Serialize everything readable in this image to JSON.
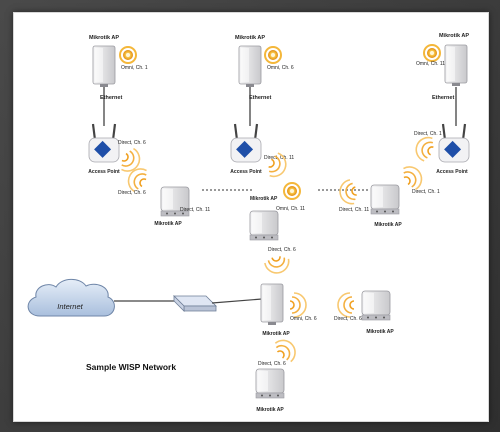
{
  "diagram": {
    "title": "Sample WISP Network",
    "colors": {
      "wave": "#f0a020",
      "tower_body": "#e9e9ea",
      "ap_square": "#1f4fa8",
      "cloud": "#c9d7ea",
      "switch": "#dfe6f3"
    },
    "tower_1": {
      "name": "Mikrotik AP",
      "omni_label": "Omni, Ch. 1",
      "link_label": "Ethernet",
      "ap_name": "Access Point",
      "direct_label": "Direct, Ch. 6"
    },
    "tower_2": {
      "name": "Mikrotik AP",
      "omni_label": "Omni, Ch. 6",
      "link_label": "Ethernet",
      "ap_name": "Access Point",
      "direct_label": "Direct, Ch. 11"
    },
    "tower_3": {
      "name": "Mikrotik AP",
      "omni_label": "Omni, Ch. 11",
      "link_label": "Ethernet",
      "ap_name": "Access Point",
      "direct_label": "Direct, Ch. 1"
    },
    "relay_left": {
      "name": "Mikrotik AP",
      "direct_in": "Direct, Ch. 6",
      "direct_out": "Direct, Ch. 11"
    },
    "relay_center": {
      "name": "Mikrotik AP",
      "omni_label": "Omni, Ch. 11",
      "direct_label": "Direct, Ch. 6"
    },
    "relay_right": {
      "name": "Mikrotik AP",
      "direct_in": "Direct, Ch. 1",
      "direct_out": "Direct, Ch. 11"
    },
    "internet": {
      "label": "Internet"
    },
    "gateway": {
      "name": "Mikrotik AP",
      "omni_label": "Omni, Ch. 6"
    },
    "client_right": {
      "name": "Mikrotik AP",
      "direct_label": "Direct, Ch. 6"
    },
    "client_bottom": {
      "name": "Mikrotik AP",
      "direct_label": "Direct, Ch. 6"
    }
  }
}
